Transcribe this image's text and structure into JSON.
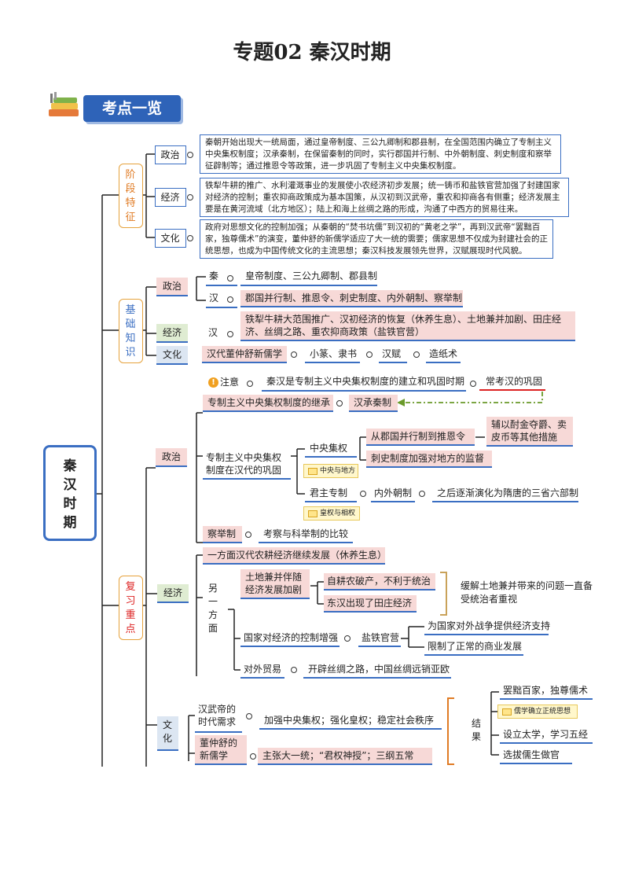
{
  "title": "专题02  秦汉时期",
  "banner": "考点一览",
  "root": "秦汉时期",
  "sections": {
    "stage": "阶段特征",
    "basic": "基础知识",
    "review": "复习重点"
  },
  "stage": {
    "politics": {
      "label": "政治",
      "text": "秦朝开始出现大一统局面，通过皇帝制度、三公九卿制和郡县制，在全国范围内确立了专制主义中央集权制度；汉承秦制，在保留秦制的同时，实行郡国并行制、中外朝制度、刺史制度和察举征辟制等；通过推恩令等政策，进一步巩固了专制主义中央集权制度。"
    },
    "economy": {
      "label": "经济",
      "text": "铁犁牛耕的推广、水利灌溉事业的发展使小农经济初步发展；统一铸币和盐铁官营加强了封建国家对经济的控制；重农抑商政策成为基本国策，从汉初到汉武帝，重农和抑商各有侧重；经济发展主要是在黄河流域（北方地区）；陆上和海上丝绸之路的形成，沟通了中西方的贸易往来。"
    },
    "culture": {
      "label": "文化",
      "text": "政府对思想文化的控制加强；从秦朝的“焚书坑儒”到汉初的“黄老之学”，再到汉武帝“罢黜百家，独尊儒术”的演变，董仲舒的新儒学适应了大一统的需要；儒家思想不仅成为封建社会的正统思想，也成为中国传统文化的主流思想；秦汉科技发展领先世界，汉赋展现时代风貌。"
    }
  },
  "basic": {
    "politics": {
      "label": "政治",
      "qin": "秦",
      "qin_text": "皇帝制度、三公九卿制、郡县制",
      "han": "汉",
      "han_text": "郡国并行制、推恩令、刺史制度、内外朝制、察举制"
    },
    "economy": {
      "label": "经济",
      "han": "汉",
      "text": "铁犁牛耕大范围推广、汉初经济的恢复（休养生息）、土地兼并加剧、田庄经济、丝绸之路、重农抑商政策（盐铁官营）"
    },
    "culture": {
      "label": "文化",
      "items": [
        "汉代董仲舒新儒学",
        "小篆、隶书",
        "汉赋",
        "造纸术"
      ]
    }
  },
  "review": {
    "politics": {
      "label": "政治",
      "attention": "注意",
      "note1": "秦汉是专制主义中央集权制度的建立和巩固时期",
      "note2": "常考汉的巩固",
      "inherit": "专制主义中央集权制度的继承",
      "inherit_result": "汉承秦制",
      "consolidate": "专制主义中央集权制度在汉代的巩固",
      "central": "中央集权",
      "central_note": "中央与地方",
      "central_a": "从郡国并行制到推恩令",
      "central_a_detail": "辅以酎金夺爵、卖皮币等其他措施",
      "central_b": "刺史制度加强对地方的监督",
      "monarch": "君主专制",
      "monarch_note": "皇权与相权",
      "monarch_a": "内外朝制",
      "monarch_b": "之后逐渐演化为隋唐的三省六部制",
      "recommend": "察举制",
      "recommend_b": "考察与科举制的比较"
    },
    "economy": {
      "label": "经济",
      "one_side": "一方面汉代农耕经济继续发展（休养生息）",
      "other_side": "另一方面",
      "land": "土地兼并伴随经济发展加剧",
      "land_a": "自耕农破产，不利于统治",
      "land_b": "东汉出现了田庄经济",
      "land_note": "缓解土地兼并带来的问题一直备受统治者重视",
      "control": "国家对经济的控制增强",
      "salt": "盐铁官营",
      "salt_a": "为国家对外战争提供经济支持",
      "salt_b": "限制了正常的商业发展",
      "trade": "对外贸易",
      "trade_a": "开辟丝绸之路，中国丝绸远销亚欧"
    },
    "culture": {
      "label": "文化",
      "need": "汉武帝的时代需求",
      "need_a": "加强中央集权；强化皇权；稳定社会秩序",
      "dong": "董仲舒的新儒学",
      "dong_a": "主张大一统；“君权神授”；三纲五常",
      "result": "结果",
      "res_a": "罢黜百家，独尊儒术",
      "res_note": "儒学确立正统思想",
      "res_b": "设立太学，学习五经",
      "res_c": "选拔儒生做官"
    }
  }
}
